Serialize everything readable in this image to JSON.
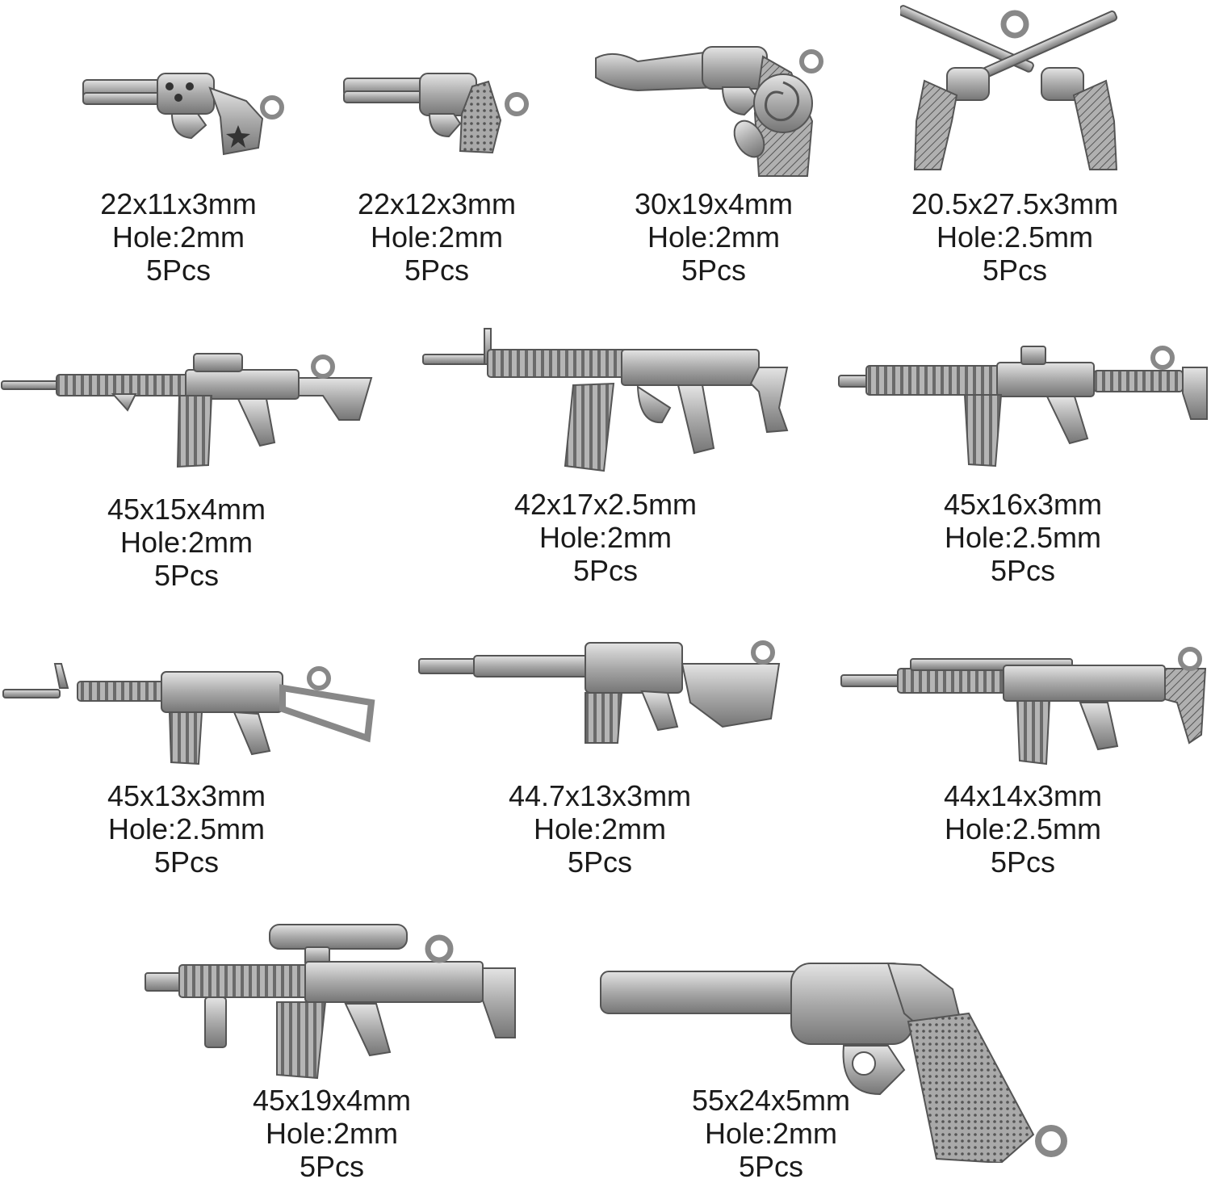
{
  "metal_color": "#a9a9a9",
  "metal_dark": "#6e6e6e",
  "metal_light": "#dcdcdc",
  "items": [
    {
      "name": "small-revolver-star",
      "icon": "revolver-icon",
      "size": "22x11x3mm",
      "hole": "Hole:2mm",
      "qty": "5Pcs"
    },
    {
      "name": "small-revolver-dotted",
      "icon": "revolver-icon",
      "size": "22x12x3mm",
      "hole": "Hole:2mm",
      "qty": "5Pcs"
    },
    {
      "name": "rose-revolver",
      "icon": "revolver-rose-icon",
      "size": "30x19x4mm",
      "hole": "Hole:2mm",
      "qty": "5Pcs"
    },
    {
      "name": "crossed-revolvers",
      "icon": "crossed-revolvers-icon",
      "size": "20.5x27.5x3mm",
      "hole": "Hole:2.5mm",
      "qty": "5Pcs"
    },
    {
      "name": "rifle-grip",
      "icon": "assault-rifle-icon",
      "size": "45x15x4mm",
      "hole": "Hole:2mm",
      "qty": "5Pcs"
    },
    {
      "name": "rifle-long-mag",
      "icon": "assault-rifle-icon",
      "size": "42x17x2.5mm",
      "hole": "Hole:2mm",
      "qty": "5Pcs"
    },
    {
      "name": "rifle-rail",
      "icon": "assault-rifle-icon",
      "size": "45x16x3mm",
      "hole": "Hole:2.5mm",
      "qty": "5Pcs"
    },
    {
      "name": "rifle-carbine",
      "icon": "assault-rifle-icon",
      "size": "45x13x3mm",
      "hole": "Hole:2.5mm",
      "qty": "5Pcs"
    },
    {
      "name": "rifle-skeleton-stock",
      "icon": "assault-rifle-icon",
      "size": "44.7x13x3mm",
      "hole": "Hole:2mm",
      "qty": "5Pcs"
    },
    {
      "name": "rifle-scar",
      "icon": "assault-rifle-icon",
      "size": "44x14x3mm",
      "hole": "Hole:2.5mm",
      "qty": "5Pcs"
    },
    {
      "name": "rifle-scope",
      "icon": "scoped-rifle-icon",
      "size": "45x19x4mm",
      "hole": "Hole:2mm",
      "qty": "5Pcs"
    },
    {
      "name": "large-revolver",
      "icon": "revolver-icon",
      "size": "55x24x5mm",
      "hole": "Hole:2mm",
      "qty": "5Pcs"
    }
  ]
}
